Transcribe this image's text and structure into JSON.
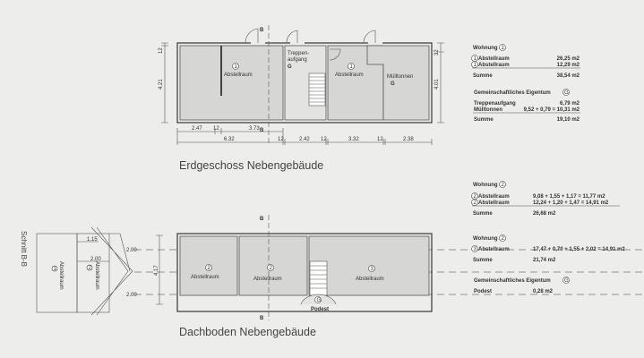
{
  "ground_floor": {
    "title": "Erdgeschoss Nebengebäude",
    "section_mark": "B",
    "rooms": [
      {
        "unit": "1",
        "name": "Abstellraum"
      },
      {
        "unit": "G",
        "name": "Treppen-",
        "name2": "aufgang"
      },
      {
        "unit": "1",
        "name": "Abstellraum"
      },
      {
        "unit": "G",
        "name": "Mülltonnen"
      }
    ],
    "dims_row1": [
      "2.47",
      "12",
      "3.73"
    ],
    "dims_row2": [
      "6.32",
      "12",
      "2.42",
      "12",
      "3.32",
      "12",
      "2.38"
    ],
    "dims_left": [
      "12",
      "4.21"
    ],
    "dims_right": [
      "32",
      "4.01"
    ]
  },
  "attic": {
    "title": "Dachboden Nebengebäude",
    "section_mark": "B",
    "rooms": [
      {
        "unit": "2",
        "name": "Abstellraum"
      },
      {
        "unit": "2",
        "name": "Abstellraum"
      },
      {
        "unit": "3",
        "name": "Abstellraum"
      }
    ],
    "landing": {
      "unit": "G",
      "name": "Podest"
    },
    "dims_left": [
      "4.17"
    ]
  },
  "section": {
    "title": "Schnitt B-B",
    "rooms": [
      {
        "unit": "1",
        "name": "Abstellraum"
      },
      {
        "unit": "2",
        "name": "Abstellraum"
      }
    ],
    "dims": [
      "1.15",
      "2.00",
      "2.00",
      "2.00"
    ]
  },
  "areas": {
    "w1": {
      "label": "Wohnung",
      "unit": "1",
      "rows": [
        {
          "unit": "1",
          "name": "Abstellraum",
          "value": "26,25 m2"
        },
        {
          "unit": "1",
          "name": "Abstellraum",
          "value": "12,29 m2"
        }
      ],
      "sum_label": "Summe",
      "sum": "38,54 m2"
    },
    "g1": {
      "label": "Gemeinschaftliches Eigentum",
      "unit": "G",
      "rows": [
        {
          "name": "Treppenaufgang",
          "value": "6,79 m2"
        },
        {
          "name": "Mülltonnen",
          "formula": "9,52 + 0,79 = 10,31 m2"
        }
      ],
      "sum_label": "Summe",
      "sum": "19,10 m2"
    },
    "w2": {
      "label": "Wohnung",
      "unit": "2",
      "rows": [
        {
          "unit": "2",
          "name": "Abstellraum",
          "formula": "9,08 + 1,55 + 1,17 = 11,77 m2"
        },
        {
          "unit": "2",
          "name": "Abstellraum",
          "formula": "12,24 + 1,20 + 1,47 = 14,91 m2"
        }
      ],
      "sum_label": "Summe",
      "sum": "26,68 m2"
    },
    "w3": {
      "label": "Wohnung",
      "unit": "2",
      "rows": [
        {
          "unit": "3",
          "name": "Abstellraum",
          "formula": "17,47 + 0,70 + 1,55 + 2,02 = 14,91 m2"
        }
      ],
      "sum_label": "Summe",
      "sum": "21,74 m2"
    },
    "g2": {
      "label": "Gemeinschaftliches Eigentum",
      "unit": "G",
      "rows": [
        {
          "name": "Podest",
          "value": "0,28 m2"
        }
      ]
    }
  }
}
